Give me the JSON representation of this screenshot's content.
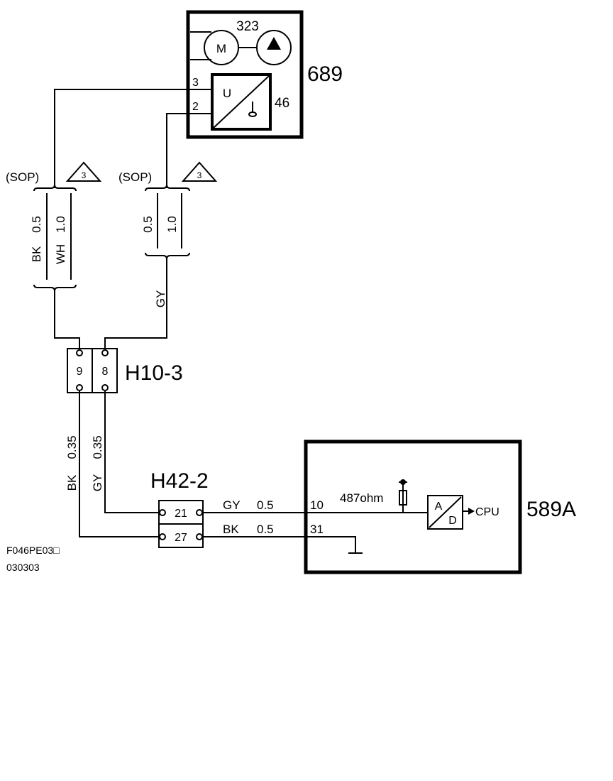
{
  "unit_689": {
    "id": "689",
    "motor_label": "M",
    "pump_number": "323",
    "sensor_number": "46",
    "sensor_label": "U",
    "pin_3": "3",
    "pin_2": "2"
  },
  "harness_left": {
    "sop_label": "(SOP)",
    "note_number": "3",
    "wire_a_color": "BK",
    "wire_a_size": "0.5",
    "wire_b_color": "WH",
    "wire_b_size": "1.0"
  },
  "harness_right": {
    "sop_label": "(SOP)",
    "note_number": "3",
    "size_a": "0.5",
    "size_b": "1.0",
    "color": "GY"
  },
  "connector_h10_3": {
    "id": "H10-3",
    "pin_9": "9",
    "pin_8": "8"
  },
  "wires_mid": {
    "left_color": "BK",
    "left_size": "0.35",
    "right_color": "GY",
    "right_size": "0.35"
  },
  "connector_h42_2": {
    "id": "H42-2",
    "pin_21": "21",
    "pin_27": "27"
  },
  "wires_bottom": {
    "gy_color": "GY",
    "gy_size": "0.5",
    "bk_color": "BK",
    "bk_size": "0.5"
  },
  "unit_589a": {
    "id": "589A",
    "pin_10": "10",
    "pin_31": "31",
    "resistor_label": "487ohm",
    "adc_a": "A",
    "adc_d": "D",
    "cpu_label": "CPU"
  },
  "footer": {
    "code": "F046PE03□",
    "date": "030303"
  }
}
